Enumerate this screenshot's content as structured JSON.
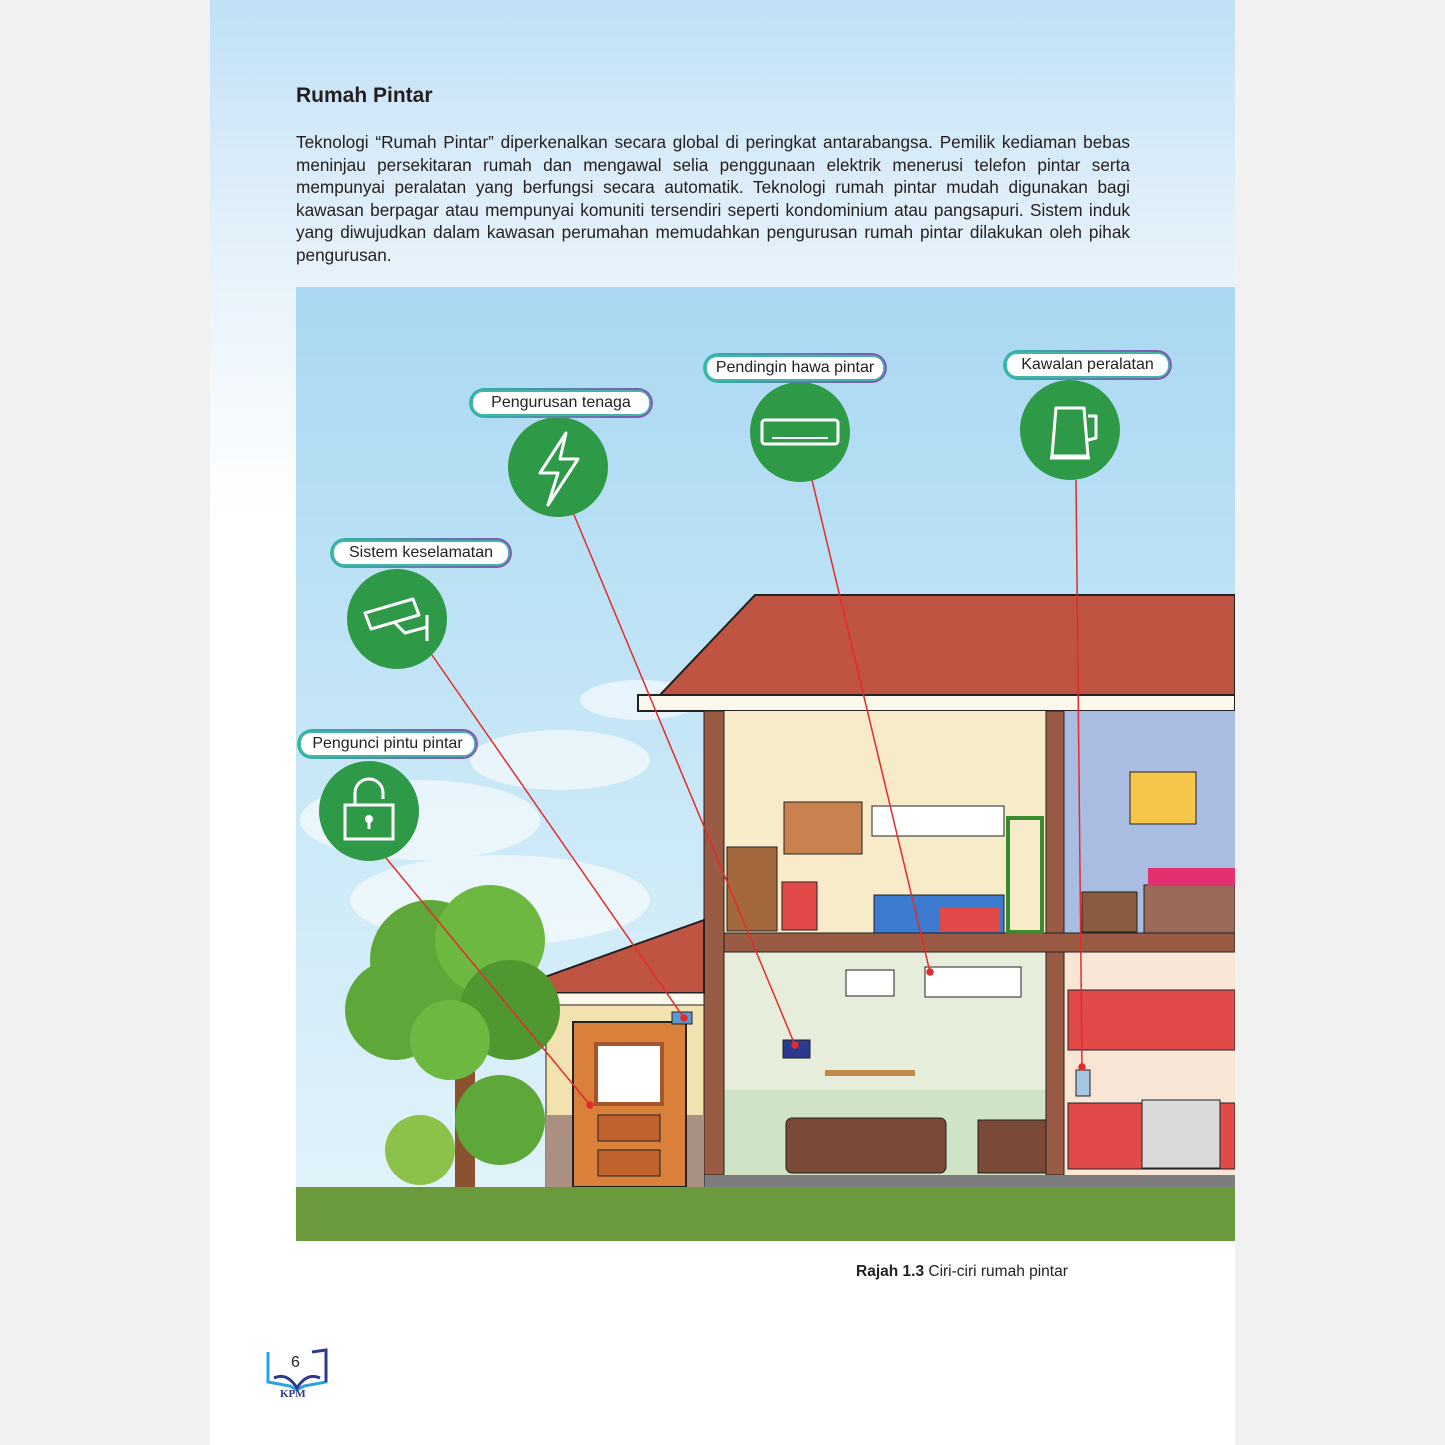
{
  "section_title": "Rumah Pintar",
  "paragraph": "Teknologi “Rumah Pintar” diperkenalkan secara global di peringkat antarabangsa. Pemilik kediaman bebas meninjau persekitaran rumah dan mengawal selia penggunaan elektrik  menerusi telefon pintar serta mempunyai peralatan yang berfungsi secara automatik. Teknologi rumah pintar mudah digunakan bagi kawasan berpagar atau mempunyai komuniti tersendiri seperti kondominium atau pangsapuri. Sistem induk yang diwujudkan dalam kawasan perumahan memudahkan pengurusan rumah pintar dilakukan oleh pihak pengurusan.",
  "features": [
    {
      "label": "Pengurusan tenaga",
      "icon": "lightning-icon"
    },
    {
      "label": "Pendingin hawa pintar",
      "icon": "air-conditioner-icon"
    },
    {
      "label": "Kawalan peralatan",
      "icon": "kettle-icon"
    },
    {
      "label": "Sistem keselamatan",
      "icon": "cctv-camera-icon"
    },
    {
      "label": "Pengunci pintu pintar",
      "icon": "unlocked-padlock-icon"
    }
  ],
  "caption": {
    "number": "Rajah 1.3",
    "text": " Ciri-ciri rumah pintar"
  },
  "footer": {
    "page_number": "6",
    "logo_text": "KPM"
  },
  "colors": {
    "icon_green": "#2e9a48",
    "leader_line": "#e32b2b",
    "roof": "#bf5443",
    "grass": "#6a9a3c"
  }
}
